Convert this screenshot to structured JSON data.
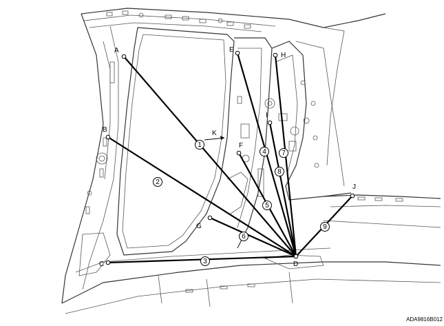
{
  "points": [
    {
      "id": "A",
      "label": "A"
    },
    {
      "id": "B",
      "label": "B"
    },
    {
      "id": "C",
      "label": "C"
    },
    {
      "id": "D",
      "label": "D"
    },
    {
      "id": "E",
      "label": "E"
    },
    {
      "id": "F",
      "label": "F"
    },
    {
      "id": "G",
      "label": "G"
    },
    {
      "id": "H",
      "label": "H"
    },
    {
      "id": "I",
      "label": "I"
    },
    {
      "id": "J",
      "label": "J"
    },
    {
      "id": "K",
      "label": "K"
    }
  ],
  "measurements": [
    {
      "number": "1",
      "from": "D",
      "to": "A"
    },
    {
      "number": "2",
      "from": "D",
      "to": "B"
    },
    {
      "number": "3",
      "from": "D",
      "to": "C"
    },
    {
      "number": "4",
      "from": "D",
      "to": "E"
    },
    {
      "number": "5",
      "from": "D",
      "to": "F"
    },
    {
      "number": "6",
      "from": "D",
      "to": "G"
    },
    {
      "number": "7",
      "from": "D",
      "to": "H"
    },
    {
      "number": "8",
      "from": "D",
      "to": "I"
    },
    {
      "number": "9",
      "from": "D",
      "to": "J"
    }
  ],
  "figure_code": "ADA9816B012"
}
